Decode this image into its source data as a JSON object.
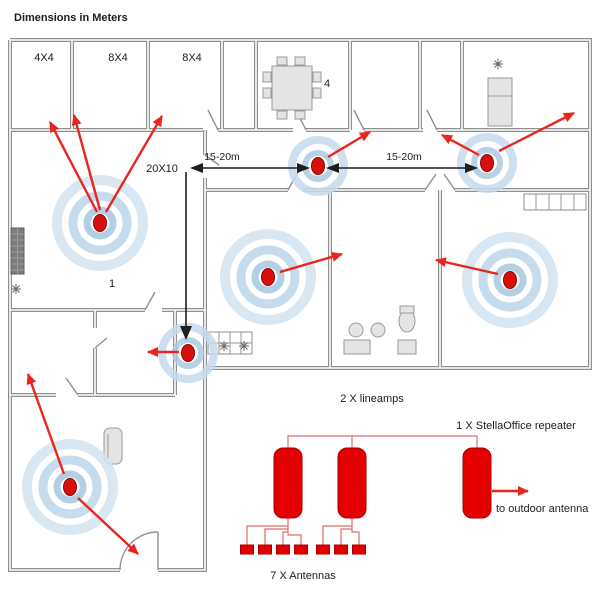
{
  "title": "Dimensions in Meters",
  "room_labels": {
    "r4x4": "4X4",
    "r8x4a": "8X4",
    "r8x4b": "8X4",
    "r20x10": "20X10",
    "r1": "1",
    "r4": "4"
  },
  "distances": {
    "left": "15-20m",
    "right": "15-20m"
  },
  "equipment": {
    "lineamps_label": "2 X lineamps",
    "repeater_label": "1 X StellaOffice repeater",
    "outdoor_label": "to outdoor antenna",
    "antennas_label": "7 X Antennas"
  },
  "colors": {
    "antenna_red": "#d8100d",
    "signal_ripple_blue": "#b7d1e6",
    "coverage_arrow_red": "#e8251f",
    "wall_gray": "#8f8f8f",
    "wire_red": "#e26a6a"
  }
}
